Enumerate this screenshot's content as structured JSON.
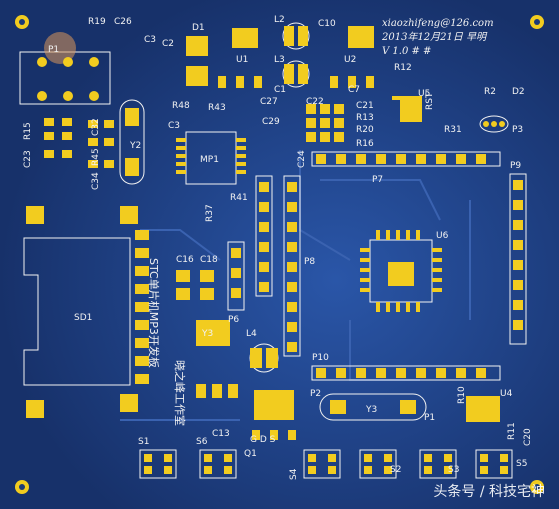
{
  "board": {
    "top_text": {
      "line1": "xiaozhifeng@126.com",
      "line2": "2013年12月21日 早明",
      "line3": "V 1.0   #   #"
    },
    "vertical_title": "STC单片机MP3开发板",
    "vertical_sub": "晓之峰工作室",
    "labels": [
      {
        "id": "P1a",
        "text": "P1"
      },
      {
        "id": "R19",
        "text": "R19"
      },
      {
        "id": "C26",
        "text": "C26"
      },
      {
        "id": "C3",
        "text": "C3"
      },
      {
        "id": "C2",
        "text": "C2"
      },
      {
        "id": "D1",
        "text": "D1"
      },
      {
        "id": "L2",
        "text": "L2"
      },
      {
        "id": "C10",
        "text": "C10"
      },
      {
        "id": "U1",
        "text": "U1"
      },
      {
        "id": "L3",
        "text": "L3"
      },
      {
        "id": "U2",
        "text": "U2"
      },
      {
        "id": "R12",
        "text": "R12"
      },
      {
        "id": "C1",
        "text": "C1"
      },
      {
        "id": "C7",
        "text": "C7"
      },
      {
        "id": "U5",
        "text": "U5"
      },
      {
        "id": "RST",
        "text": "RST"
      },
      {
        "id": "R2",
        "text": "R2"
      },
      {
        "id": "D2",
        "text": "D2"
      },
      {
        "id": "R48",
        "text": "R48"
      },
      {
        "id": "R43",
        "text": "R43"
      },
      {
        "id": "C27",
        "text": "C27"
      },
      {
        "id": "C22",
        "text": "C22"
      },
      {
        "id": "C21",
        "text": "C21"
      },
      {
        "id": "R13",
        "text": "R13"
      },
      {
        "id": "R20",
        "text": "R20"
      },
      {
        "id": "R16",
        "text": "R16"
      },
      {
        "id": "R31",
        "text": "R31"
      },
      {
        "id": "P3",
        "text": "P3"
      },
      {
        "id": "R15",
        "text": "R15"
      },
      {
        "id": "C32",
        "text": "C32"
      },
      {
        "id": "Y2",
        "text": "Y2"
      },
      {
        "id": "C3b",
        "text": "C3"
      },
      {
        "id": "MP1",
        "text": "MP1"
      },
      {
        "id": "C29",
        "text": "C29"
      },
      {
        "id": "C24",
        "text": "C24"
      },
      {
        "id": "C23",
        "text": "C23"
      },
      {
        "id": "R45",
        "text": "R45"
      },
      {
        "id": "C34",
        "text": "C34"
      },
      {
        "id": "P7",
        "text": "P7"
      },
      {
        "id": "P9",
        "text": "P9"
      },
      {
        "id": "R41",
        "text": "R41"
      },
      {
        "id": "R37",
        "text": "R37"
      },
      {
        "id": "U6",
        "text": "U6"
      },
      {
        "id": "SD1",
        "text": "SD1"
      },
      {
        "id": "C16",
        "text": "C16"
      },
      {
        "id": "C18",
        "text": "C18"
      },
      {
        "id": "P8",
        "text": "P8"
      },
      {
        "id": "P6",
        "text": "P6"
      },
      {
        "id": "Y3a",
        "text": "Y3"
      },
      {
        "id": "L4",
        "text": "L4"
      },
      {
        "id": "P10",
        "text": "P10"
      },
      {
        "id": "P2",
        "text": "P2"
      },
      {
        "id": "Y3",
        "text": "Y3"
      },
      {
        "id": "R10",
        "text": "R10"
      },
      {
        "id": "U4",
        "text": "U4"
      },
      {
        "id": "C13",
        "text": "C13"
      },
      {
        "id": "S1",
        "text": "S1"
      },
      {
        "id": "S6",
        "text": "S6"
      },
      {
        "id": "Q1",
        "text": "Q1"
      },
      {
        "id": "GDS",
        "text": "G D S"
      },
      {
        "id": "S4",
        "text": "S4"
      },
      {
        "id": "R11",
        "text": "R11"
      },
      {
        "id": "C20",
        "text": "C20"
      },
      {
        "id": "S2",
        "text": "S2"
      },
      {
        "id": "S3",
        "text": "S3"
      },
      {
        "id": "S5",
        "text": "S5"
      },
      {
        "id": "P1",
        "text": "P1"
      }
    ]
  },
  "watermark": "头条号 / 科技宅神",
  "colors": {
    "board": "#1c3a78",
    "pad": "#f2cc1f",
    "silk": "#f2f2f2"
  }
}
